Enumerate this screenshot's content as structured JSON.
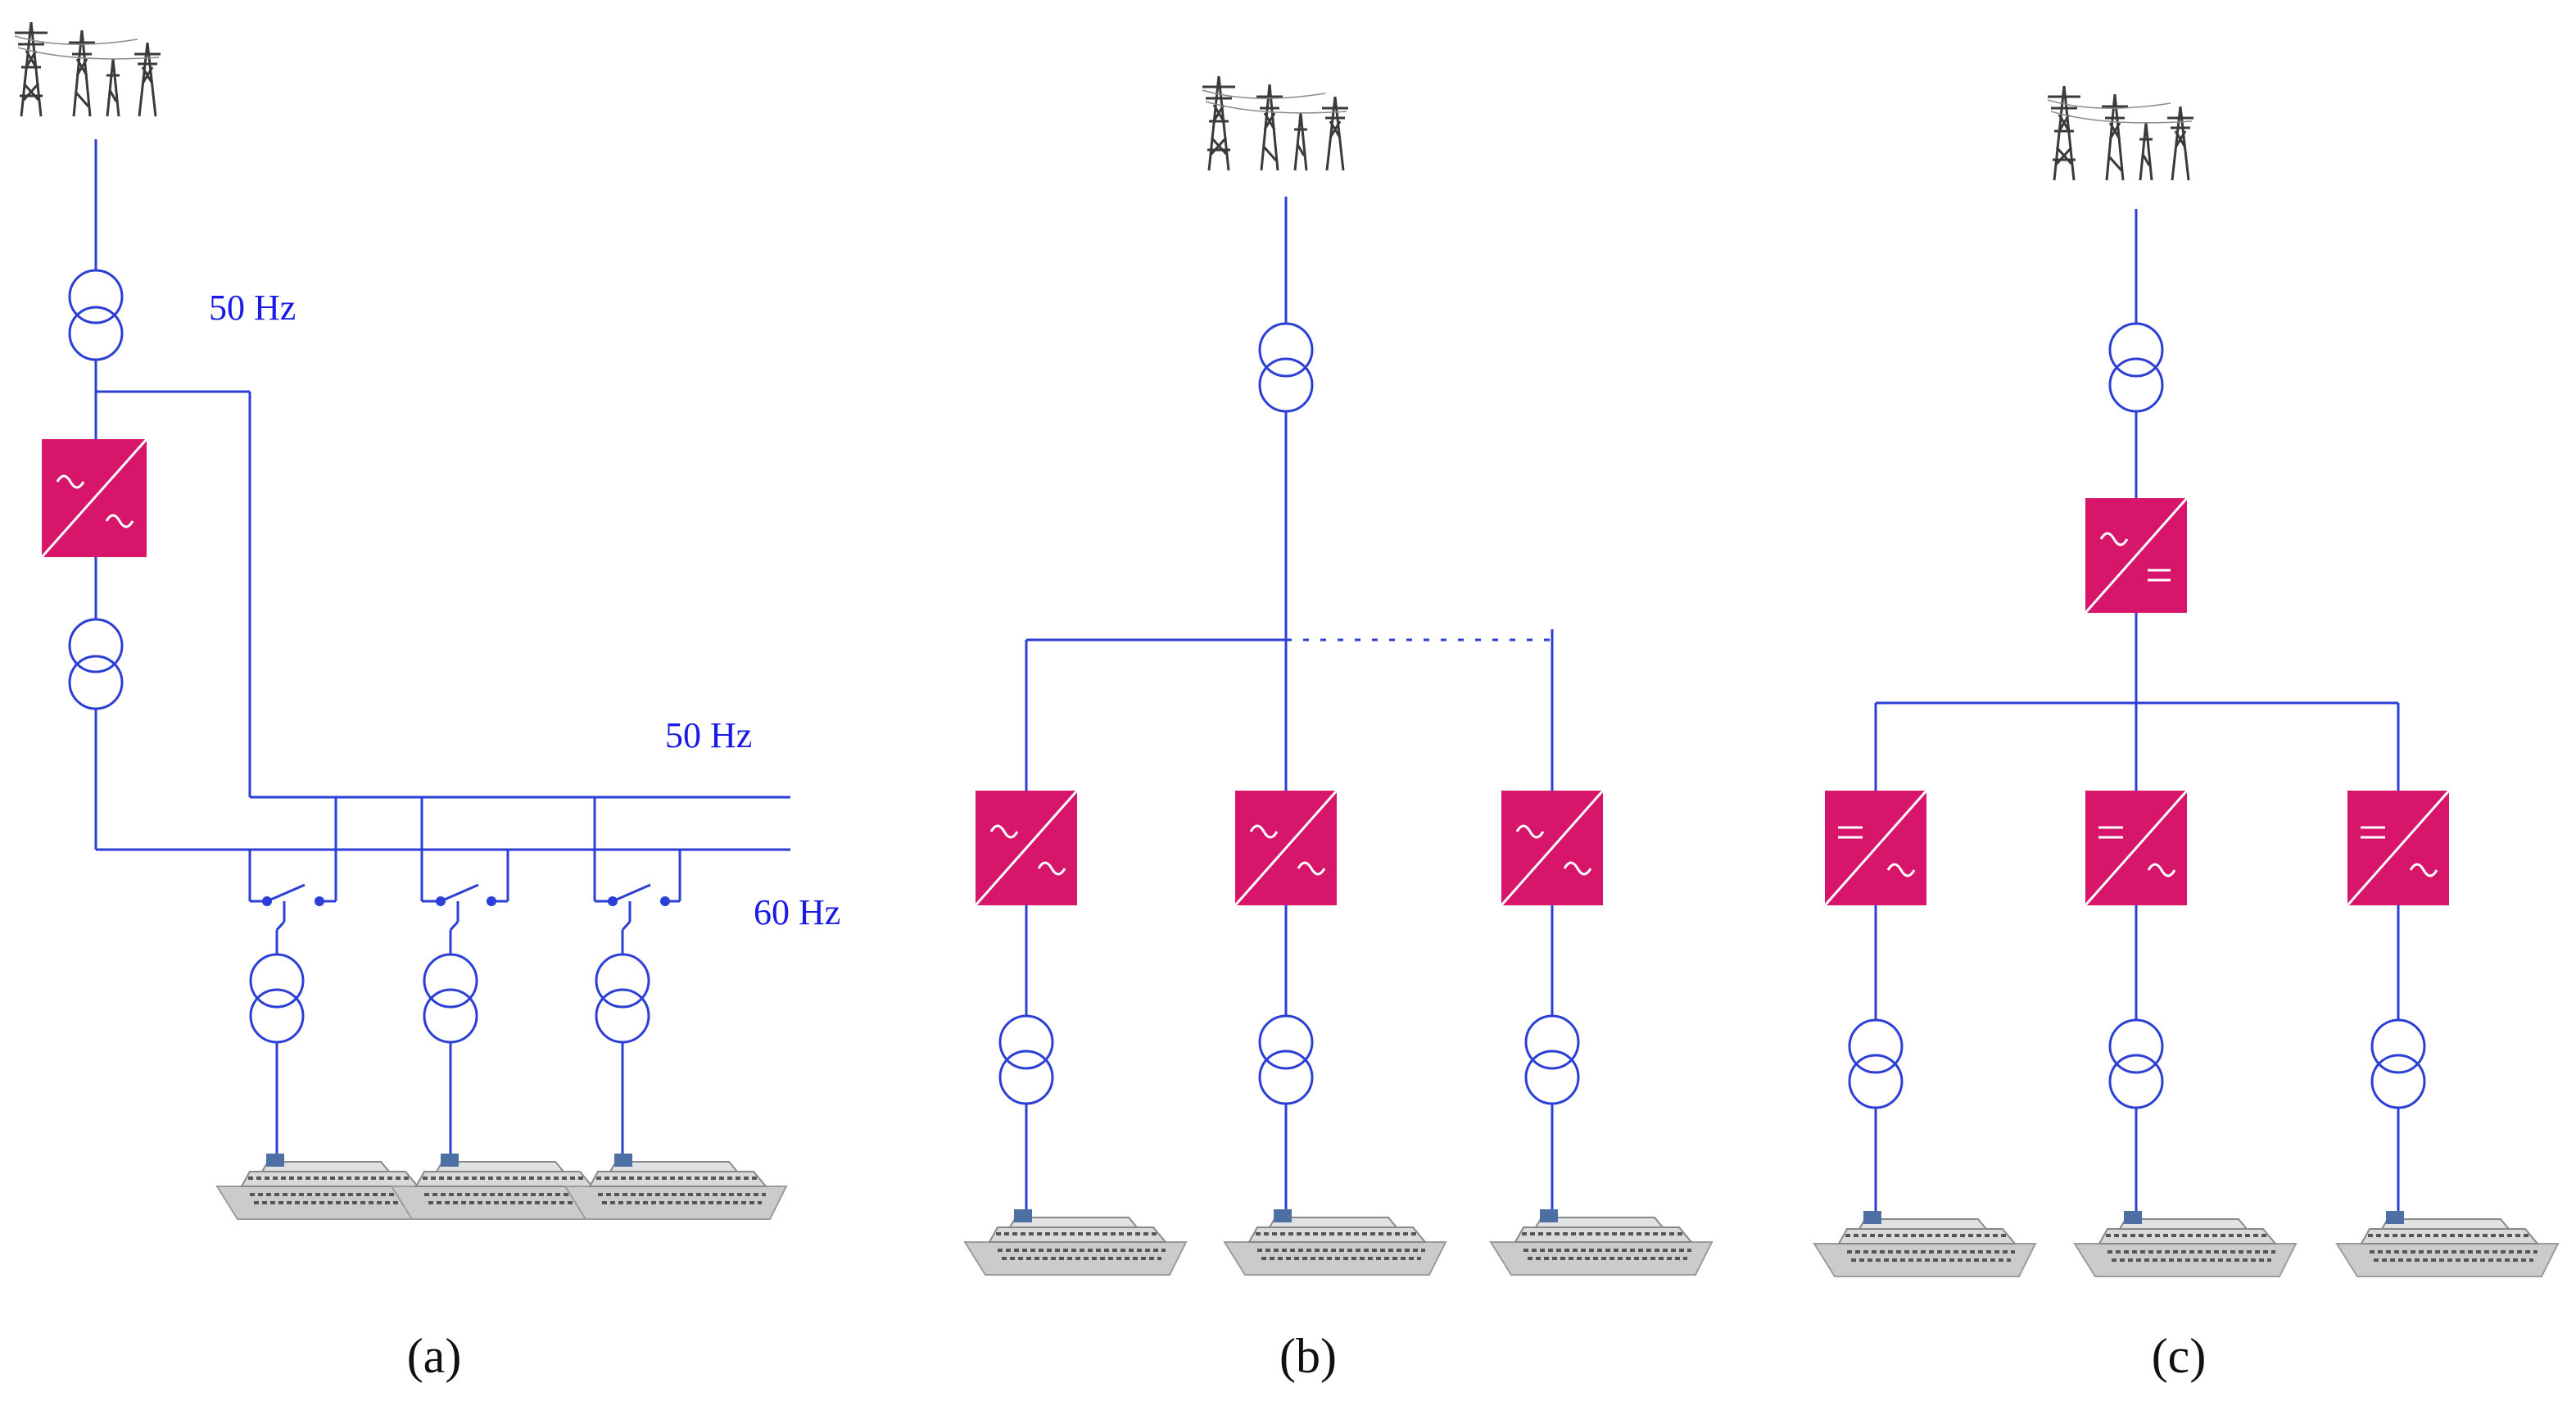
{
  "colors": {
    "line": "#2b3fd6",
    "converter": "#d6156b",
    "converter_glyph": "#ffffff",
    "label": "#1a1ae6",
    "caption": "#111111",
    "tower": "#3a3a3a",
    "ship_hull": "#c9cbcc",
    "ship_plug": "#4d6fa3"
  },
  "panel_a": {
    "freq_top": "50 Hz",
    "freq_bus_50": "50 Hz",
    "freq_bus_60": "60 Hz",
    "caption": "(a)"
  },
  "panel_b": {
    "caption": "(b)"
  },
  "panel_c": {
    "caption": "(c)"
  }
}
